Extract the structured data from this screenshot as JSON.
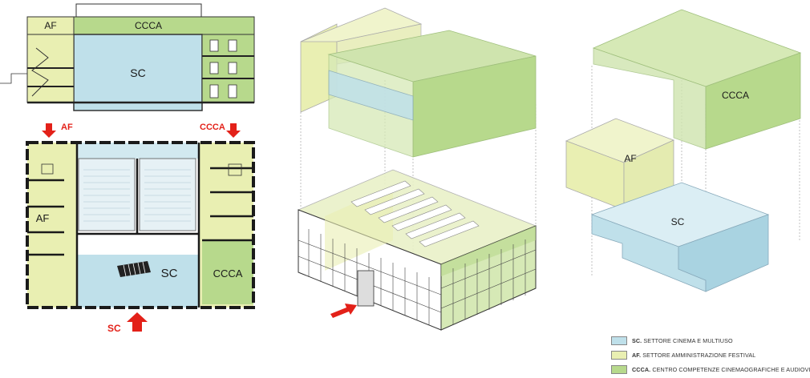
{
  "colors": {
    "sc": "#bfe0ea",
    "af": "#e9efb2",
    "ccca": "#b7d98c",
    "ccca_dark": "#9fcc6a",
    "arrow": "#e32119",
    "wall": "#1a1a1a"
  },
  "section": {
    "af_label": "AF",
    "ccca_label": "CCCA",
    "sc_label": "SC"
  },
  "plan": {
    "af_label": "AF",
    "sc_label": "SC",
    "ccca_label": "CCCA",
    "arrow_af": "AF",
    "arrow_ccca": "CCCA",
    "arrow_sc": "SC"
  },
  "exploded": {
    "af_label": "AF",
    "ccca_label": "CCCA",
    "sc_label": "SC"
  },
  "legend": [
    {
      "code": "SC.",
      "text": "SETTORE CINEMA E MULTIUSO",
      "color_key": "sc"
    },
    {
      "code": "AF.",
      "text": "SETTORE AMMINISTRAZIONE FESTIVAL",
      "color_key": "af"
    },
    {
      "code": "CCCA.",
      "text": "CENTRO COMPETENZE CINEMAOGRAFICHE E AUDIOVISIVE",
      "color_key": "ccca"
    }
  ]
}
